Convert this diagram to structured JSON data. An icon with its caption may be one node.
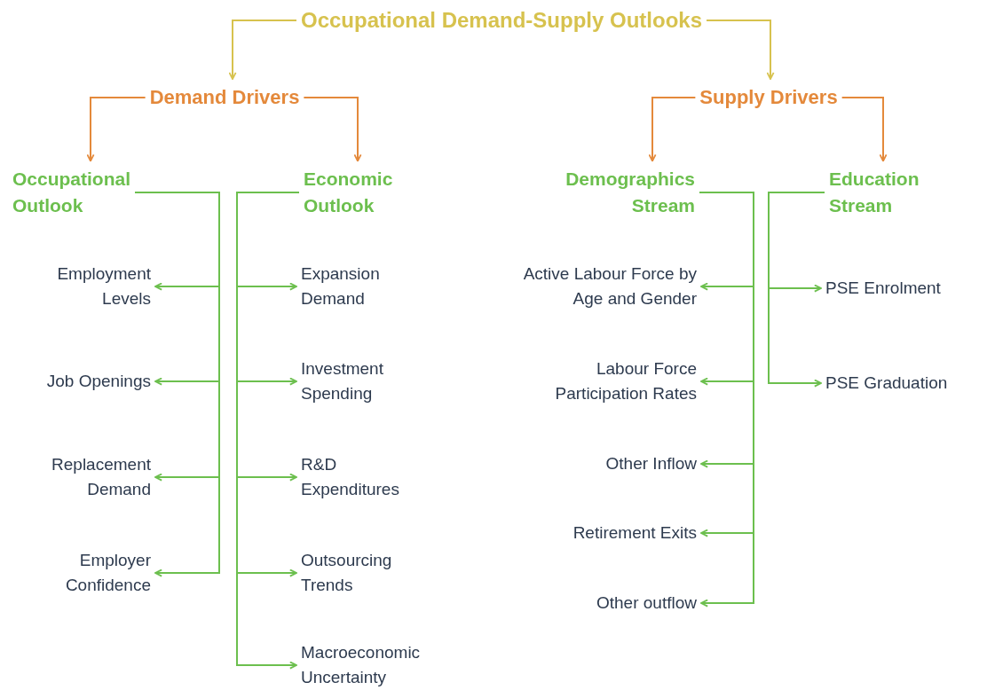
{
  "diagram": {
    "nodes": [
      {
        "text": [
          "Occupational Demand-Supply Outlooks"
        ]
      },
      {
        "text": [
          "Demand Drivers"
        ]
      },
      {
        "text": [
          "Supply Drivers"
        ]
      },
      {
        "text": [
          "Occupational Outlook"
        ]
      },
      {
        "text": [
          "Economic Outlook"
        ]
      },
      {
        "text": [
          "Demographics Stream"
        ]
      },
      {
        "text": [
          "Education Stream"
        ]
      },
      {
        "text": [
          "Employment Levels"
        ]
      },
      {
        "text": [
          "Job Openings"
        ]
      },
      {
        "text": [
          "Replacement Demand"
        ]
      },
      {
        "text": [
          "Employer Confidence"
        ]
      },
      {
        "text": [
          "Expansion Demand"
        ]
      },
      {
        "text": [
          "Investment Spending"
        ]
      },
      {
        "text": [
          "R&D Expenditures"
        ]
      },
      {
        "text": [
          "Outsourcing Trends"
        ]
      },
      {
        "text": [
          "Macroeconomic Uncertainty"
        ]
      },
      {
        "text": [
          "Active Labour Force by Age and Gender"
        ]
      },
      {
        "text": [
          "Labour Force Participation Rates"
        ]
      },
      {
        "text": [
          "Other Inflow"
        ]
      },
      {
        "text": [
          "Retirement Exits"
        ]
      },
      {
        "text": [
          "Other outflow"
        ]
      },
      {
        "text": [
          "PSE Enrolment"
        ]
      },
      {
        "text": [
          "PSE Graduation"
        ]
      }
    ],
    "edges": [
      {
        "from": 0,
        "to": 1,
        "arrow": "to",
        "color": "#d7c24e"
      },
      {
        "from": 0,
        "to": 2,
        "arrow": "to",
        "color": "#d7c24e"
      },
      {
        "from": 1,
        "to": 3,
        "arrow": "to",
        "color": "#e4893b"
      },
      {
        "from": 1,
        "to": 4,
        "arrow": "to",
        "color": "#e4893b"
      },
      {
        "from": 2,
        "to": 5,
        "arrow": "to",
        "color": "#e4893b"
      },
      {
        "from": 2,
        "to": 6,
        "arrow": "to",
        "color": "#e4893b"
      },
      {
        "from": 3,
        "to": 7,
        "arrow": "to"
      },
      {
        "from": 3,
        "to": 8,
        "arrow": "to"
      },
      {
        "from": 3,
        "to": 9,
        "arrow": "to"
      },
      {
        "from": 3,
        "to": 10,
        "arrow": "to"
      },
      {
        "from": 4,
        "to": 11,
        "arrow": "to"
      },
      {
        "from": 4,
        "to": 12,
        "arrow": "to"
      },
      {
        "from": 4,
        "to": 13,
        "arrow": "to"
      },
      {
        "from": 4,
        "to": 14,
        "arrow": "to"
      },
      {
        "from": 4,
        "to": 15,
        "arrow": "to"
      },
      {
        "from": 5,
        "to": 16,
        "arrow": "to"
      },
      {
        "from": 5,
        "to": 17,
        "arrow": "to"
      },
      {
        "from": 5,
        "to": 18,
        "arrow": "to"
      },
      {
        "from": 5,
        "to": 19,
        "arrow": "to"
      },
      {
        "from": 5,
        "to": 20,
        "arrow": "to"
      },
      {
        "from": 6,
        "to": 21,
        "arrow": "to"
      },
      {
        "from": 6,
        "to": 22,
        "arrow": "to"
      }
    ]
  }
}
